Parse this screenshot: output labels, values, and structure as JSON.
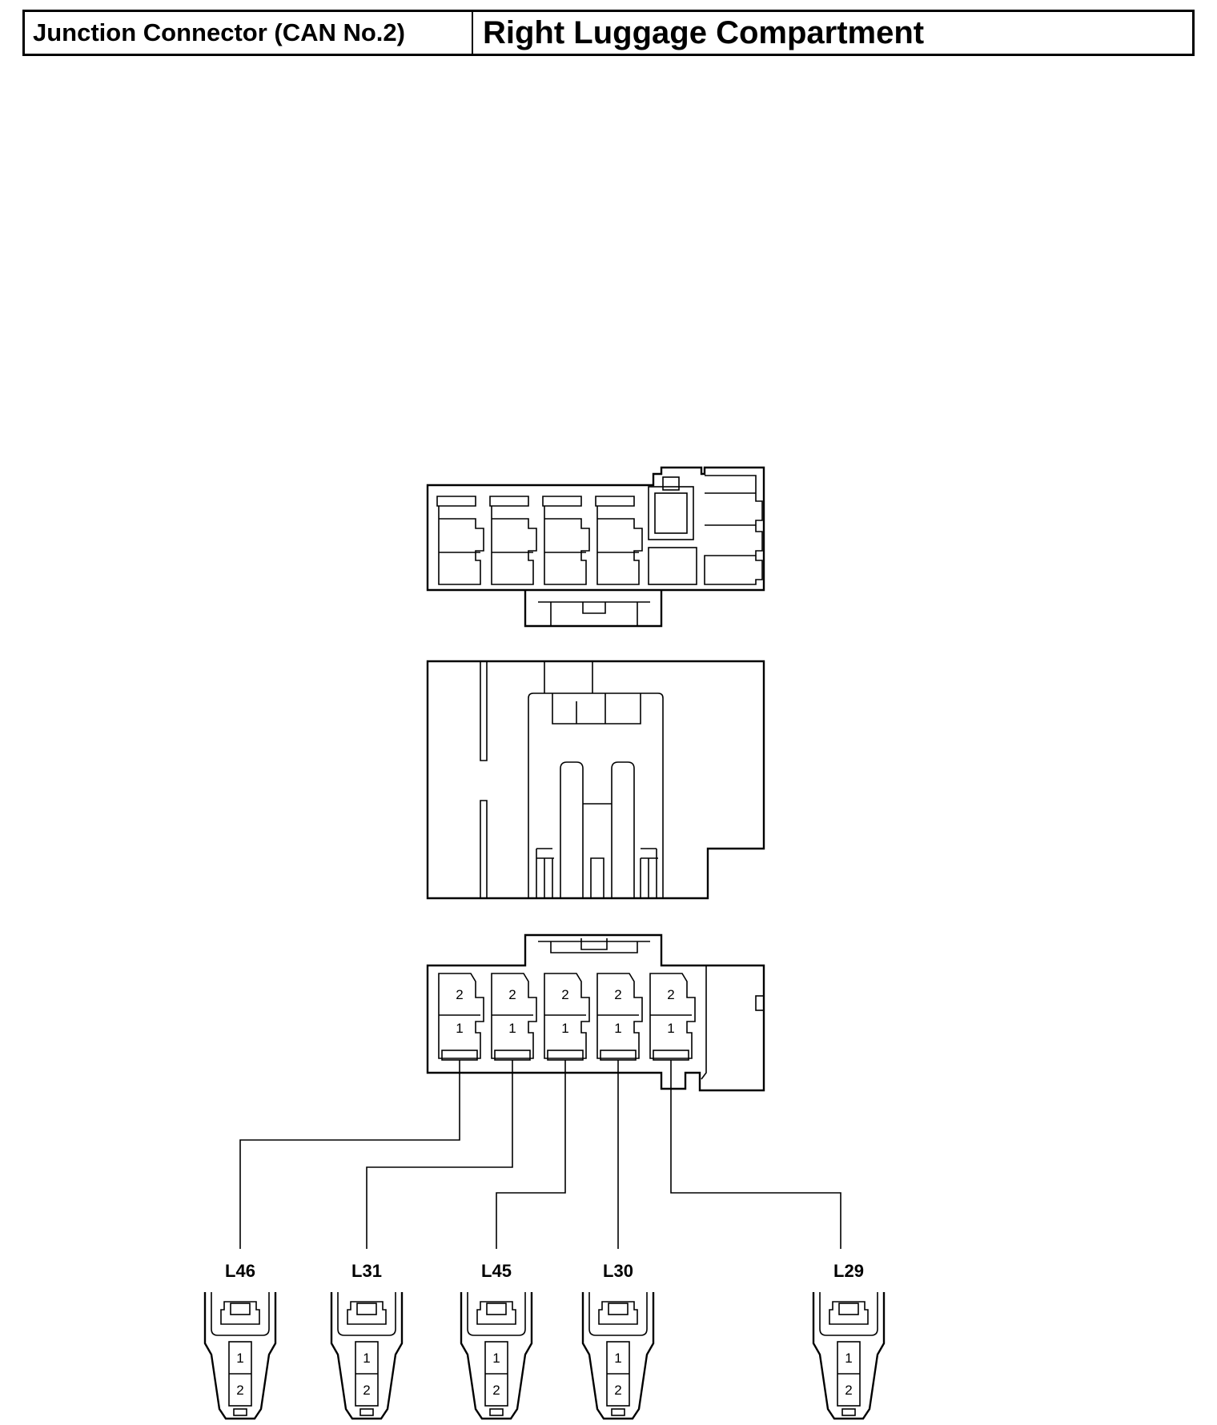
{
  "header": {
    "connector_name": "Junction Connector (CAN No.2)",
    "location": "Right Luggage Compartment"
  },
  "junction_connector": {
    "pins": [
      {
        "top": "2",
        "bottom": "1"
      },
      {
        "top": "2",
        "bottom": "1"
      },
      {
        "top": "2",
        "bottom": "1"
      },
      {
        "top": "2",
        "bottom": "1"
      },
      {
        "top": "2",
        "bottom": "1"
      }
    ]
  },
  "connectors": [
    {
      "label": "L46",
      "pin_top": "1",
      "pin_bottom": "2"
    },
    {
      "label": "L31",
      "pin_top": "1",
      "pin_bottom": "2"
    },
    {
      "label": "L45",
      "pin_top": "1",
      "pin_bottom": "2"
    },
    {
      "label": "L30",
      "pin_top": "1",
      "pin_bottom": "2"
    },
    {
      "label": "L29",
      "pin_top": "1",
      "pin_bottom": "2"
    }
  ]
}
